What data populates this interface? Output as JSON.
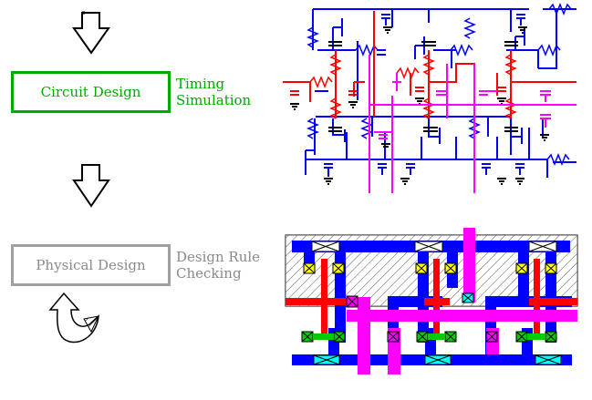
{
  "flow": {
    "circuit_design": "Circuit Design",
    "timing_line1": "Timing",
    "timing_line2": "Simulation",
    "physical_design": "Physical Design",
    "drc_line1": "Design Rule",
    "drc_line2": "Checking"
  },
  "colors": {
    "circuit": "#00aa00",
    "physical": "#a0a0a0",
    "wire_blue": "#0000ff",
    "wire_red": "#ff0000",
    "wire_magenta": "#ff00ff",
    "layout_yellow": "#ffff00",
    "layout_green": "#00cc00",
    "layout_cyan": "#00ffff"
  },
  "icons": [
    "down-arrow-icon",
    "down-arrow-icon",
    "loop-arrow-icon"
  ]
}
